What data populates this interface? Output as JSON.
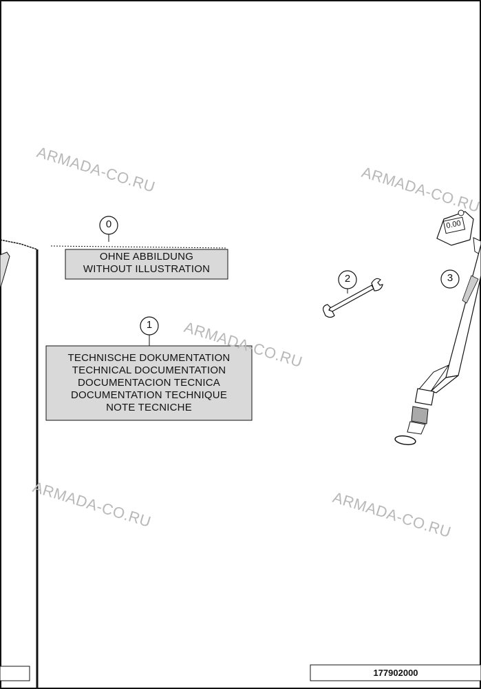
{
  "callouts": [
    {
      "number": "0",
      "lines": [
        "OHNE ABBILDUNG",
        "WITHOUT ILLUSTRATION"
      ]
    },
    {
      "number": "1",
      "lines": [
        "TECHNISCHE DOKUMENTATION",
        "TECHNICAL DOCUMENTATION",
        "DOCUMENTACION TECNICA",
        "DOCUMENTATION TECHNIQUE",
        "NOTE TECNICHE"
      ]
    },
    {
      "number": "2"
    },
    {
      "number": "3"
    }
  ],
  "tool_display": "0.00",
  "watermark": "ARMADA-CO.RU",
  "part_number": "177902000",
  "colors": {
    "line": "#111111",
    "box_fill": "#d9d9d9",
    "watermark": "#b8b8b8"
  }
}
